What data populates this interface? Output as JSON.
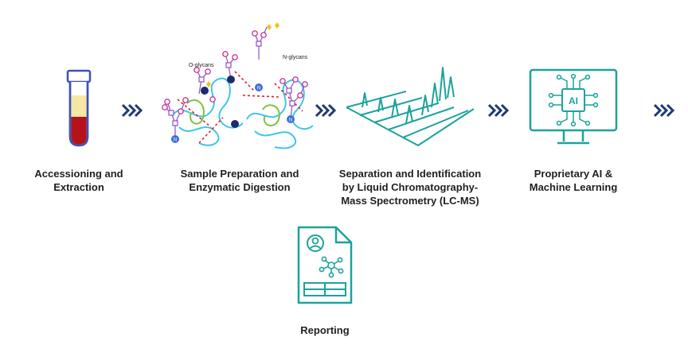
{
  "steps": [
    {
      "label": "Accessioning and Extraction"
    },
    {
      "label": "Sample Preparation and Enzymatic Digestion"
    },
    {
      "label": "Separation and Identification by Liquid Chromatography-Mass Spectrometry (LC-MS)"
    },
    {
      "label": "Proprietary AI & Machine Learning"
    },
    {
      "label": "Reporting"
    }
  ],
  "glycan_labels": {
    "o_glycans": "O-glycans",
    "n_glycans": "N-glycans"
  },
  "chip_text": "AI",
  "badge_text": "N",
  "colors": {
    "teal": "#1ba39c",
    "navy": "#1f3a6e",
    "blood": "#b5121b",
    "serum": "#f6e7a4",
    "tube_outline": "#3f51b5",
    "glycan_magenta": "#c2188c",
    "glycan_purple": "#8a4fcf",
    "glycan_gold": "#f1c21b",
    "cleave_red": "#e02020",
    "protein_blue": "#3ec7e6",
    "protein_green": "#7cc243"
  }
}
